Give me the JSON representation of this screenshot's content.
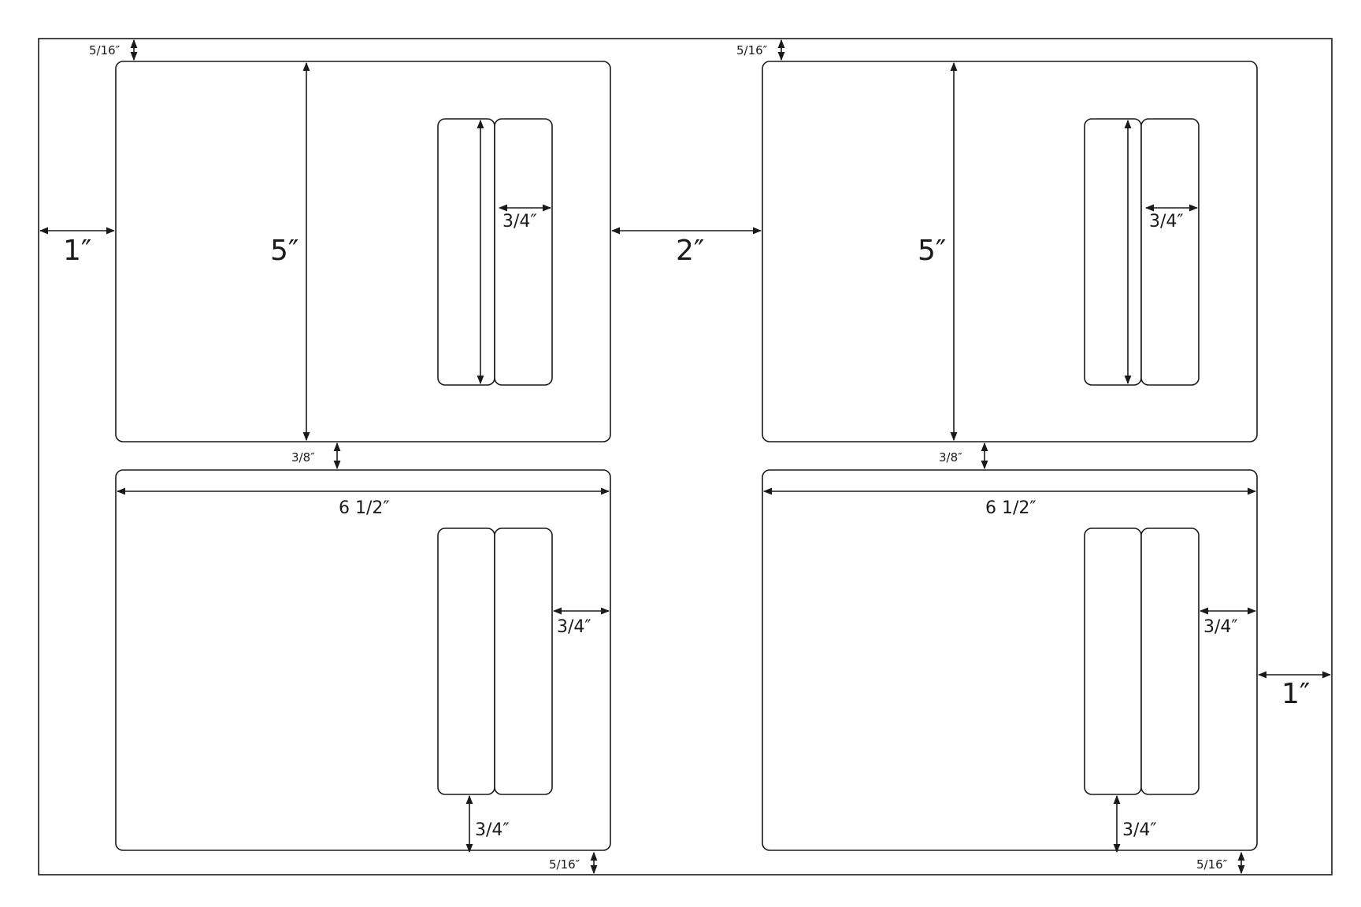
{
  "sheet": {
    "margin_left": "1″",
    "margin_right": "1″",
    "gutter_horizontal": "2″",
    "top_offset": "5/16″",
    "bottom_offset": "5/16″",
    "row_gap": "3/8″"
  },
  "panel": {
    "height": "5″",
    "width": "6 1/2″",
    "insert_width": "3/4″",
    "insert_right_margin": "3/4″",
    "insert_bottom_margin": "3/4″"
  }
}
